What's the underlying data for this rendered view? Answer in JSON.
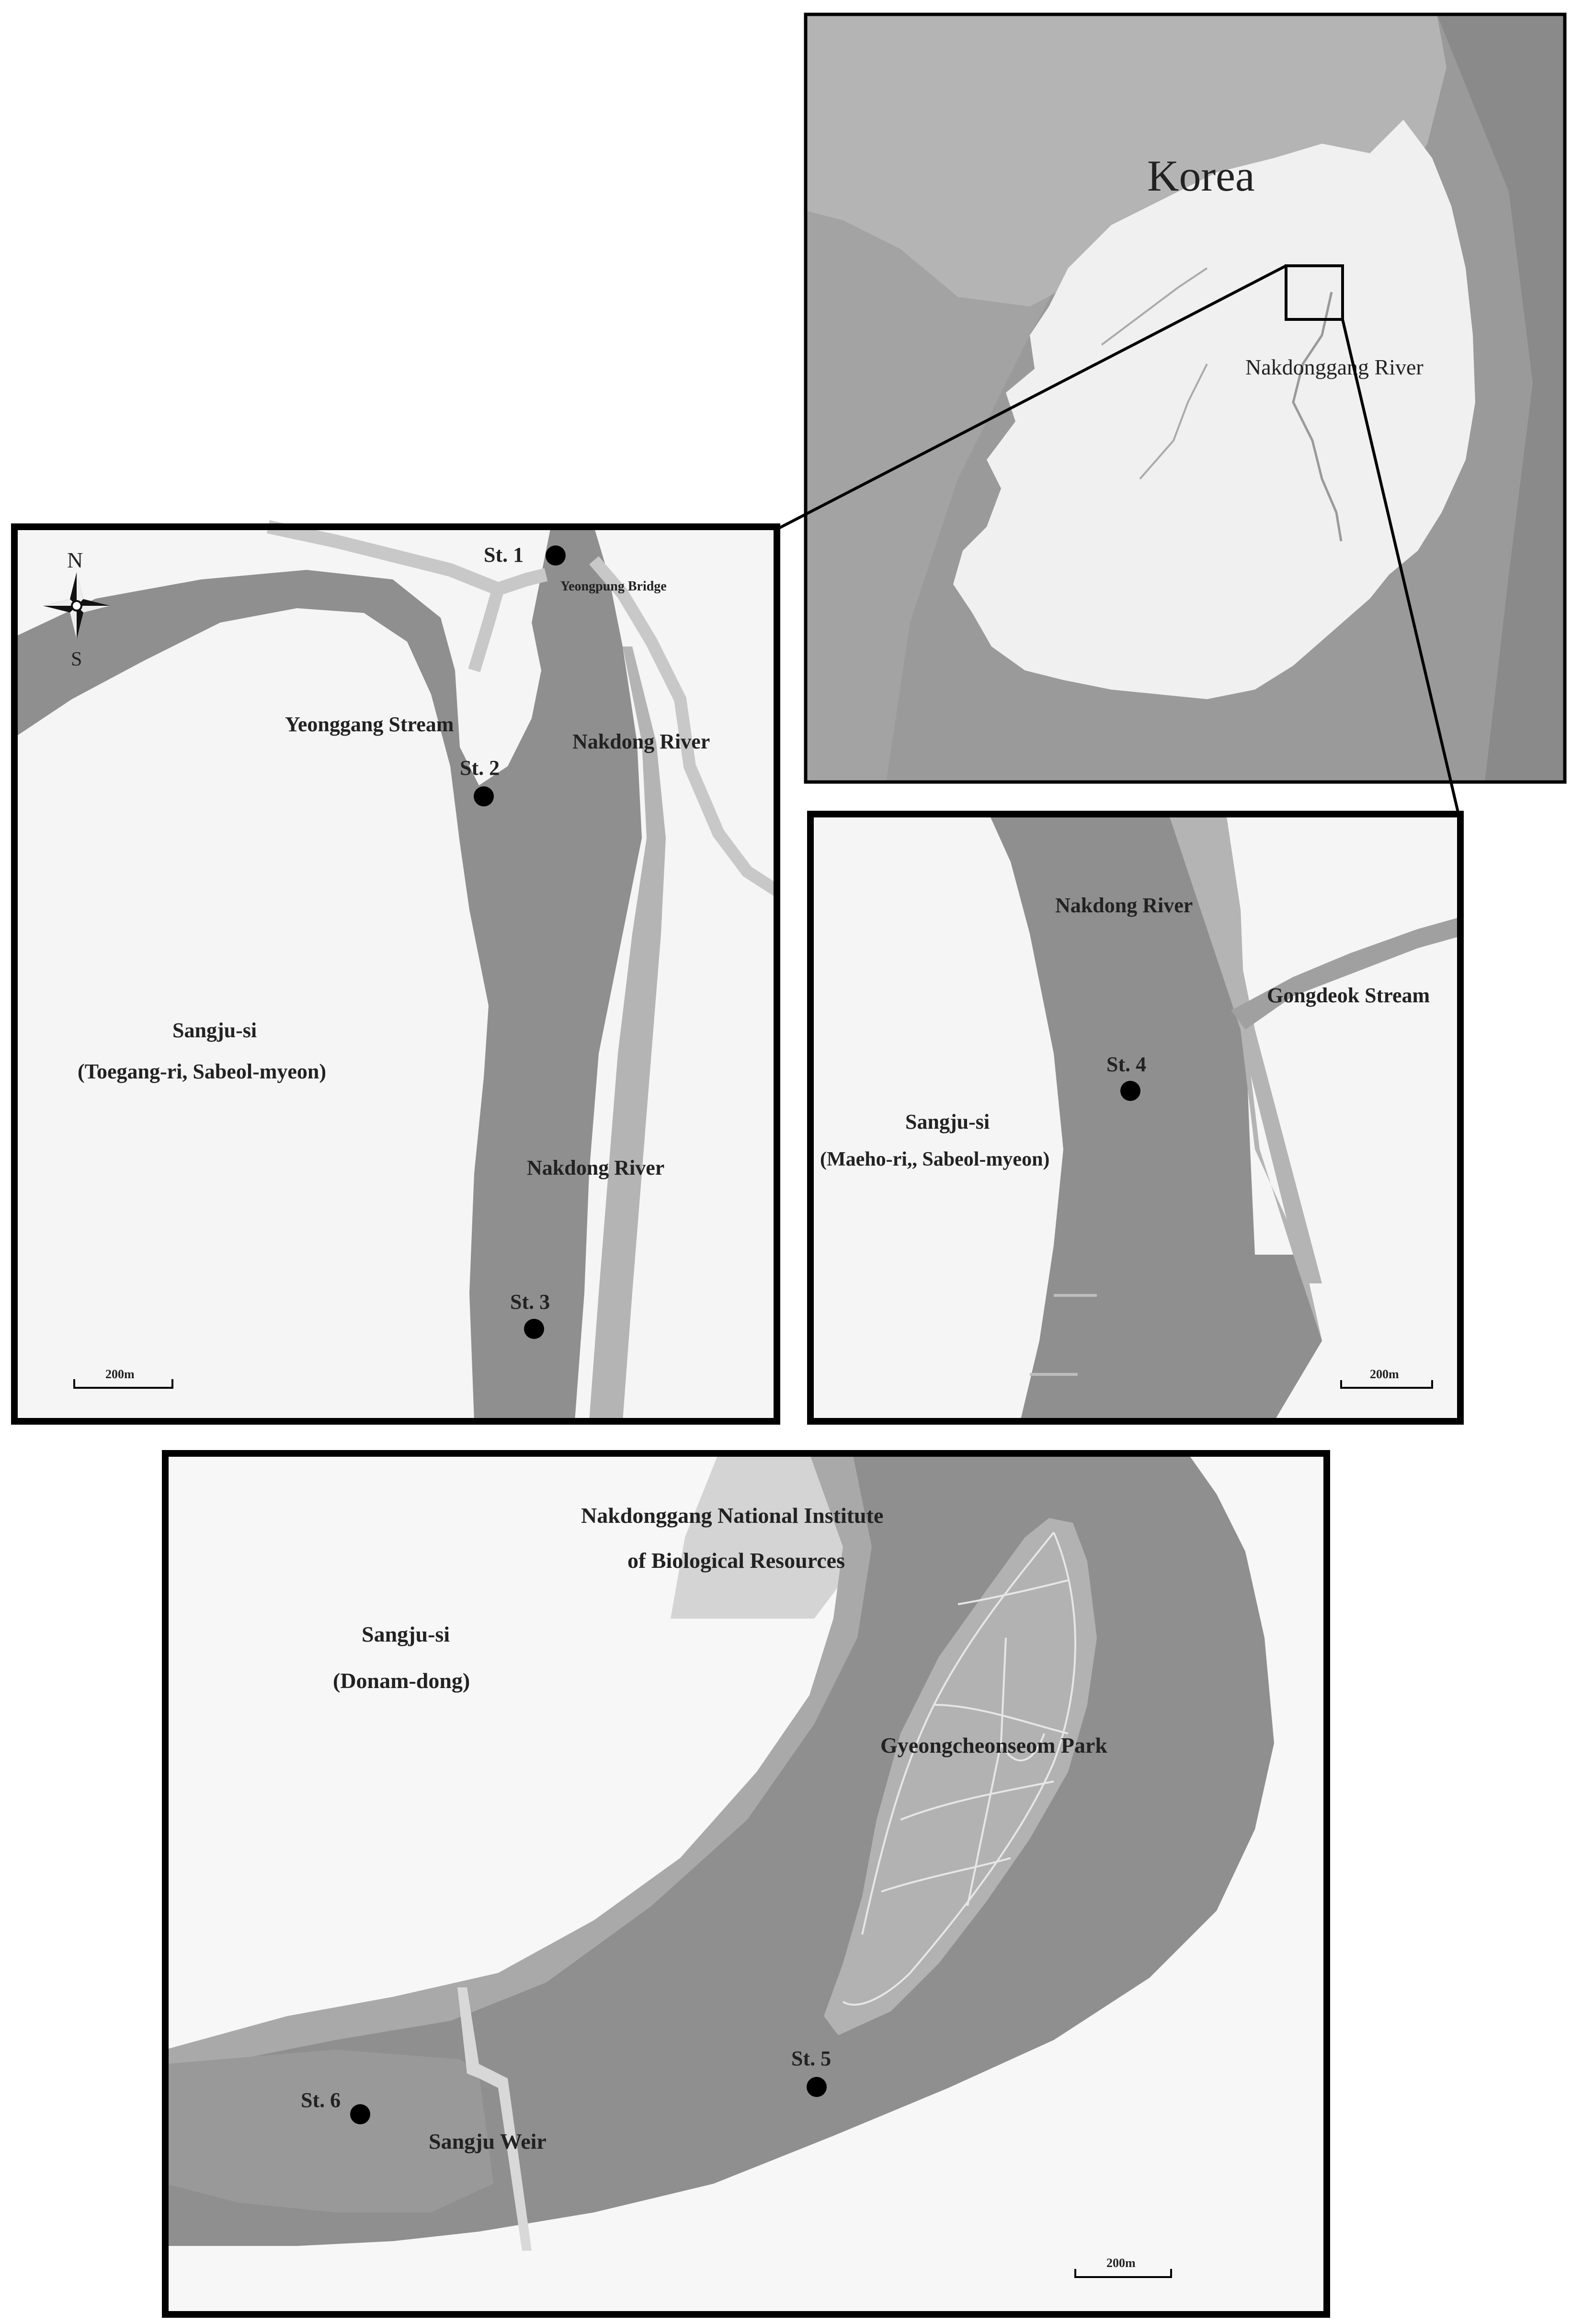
{
  "korea_map": {
    "title": "Korea",
    "river_label": "Nakdonggang River"
  },
  "panel_north": {
    "compass": {
      "north": "N",
      "south": "S"
    },
    "labels": {
      "yeongpung_bridge": "Yeongpung Bridge",
      "yeonggang_stream": "Yeonggang Stream",
      "nakdong_river_upper": "Nakdong River",
      "nakdong_river_lower": "Nakdong River",
      "sangju": "Sangju-si",
      "sangju_sub": "(Toegang-ri, Sabeol-myeon)"
    },
    "stations": [
      "St. 1",
      "St. 2",
      "St. 3"
    ],
    "scale": "200m"
  },
  "panel_middle": {
    "labels": {
      "nakdong_river": "Nakdong River",
      "gongdeok_stream": "Gongdeok Stream",
      "sangju": "Sangju-si",
      "sangju_sub": "(Maeho-ri,, Sabeol-myeon)"
    },
    "stations": [
      "St. 4"
    ],
    "scale": "200m"
  },
  "panel_south": {
    "labels": {
      "institute_line1": "Nakdonggang National Institute",
      "institute_line2": "of Biological Resources",
      "sangju": "Sangju-si",
      "sangju_sub": "(Donam-dong)",
      "park": "Gyeongcheonseom Park",
      "weir": "Sangju Weir"
    },
    "stations": [
      "St. 5",
      "St. 6"
    ],
    "scale": "200m"
  }
}
